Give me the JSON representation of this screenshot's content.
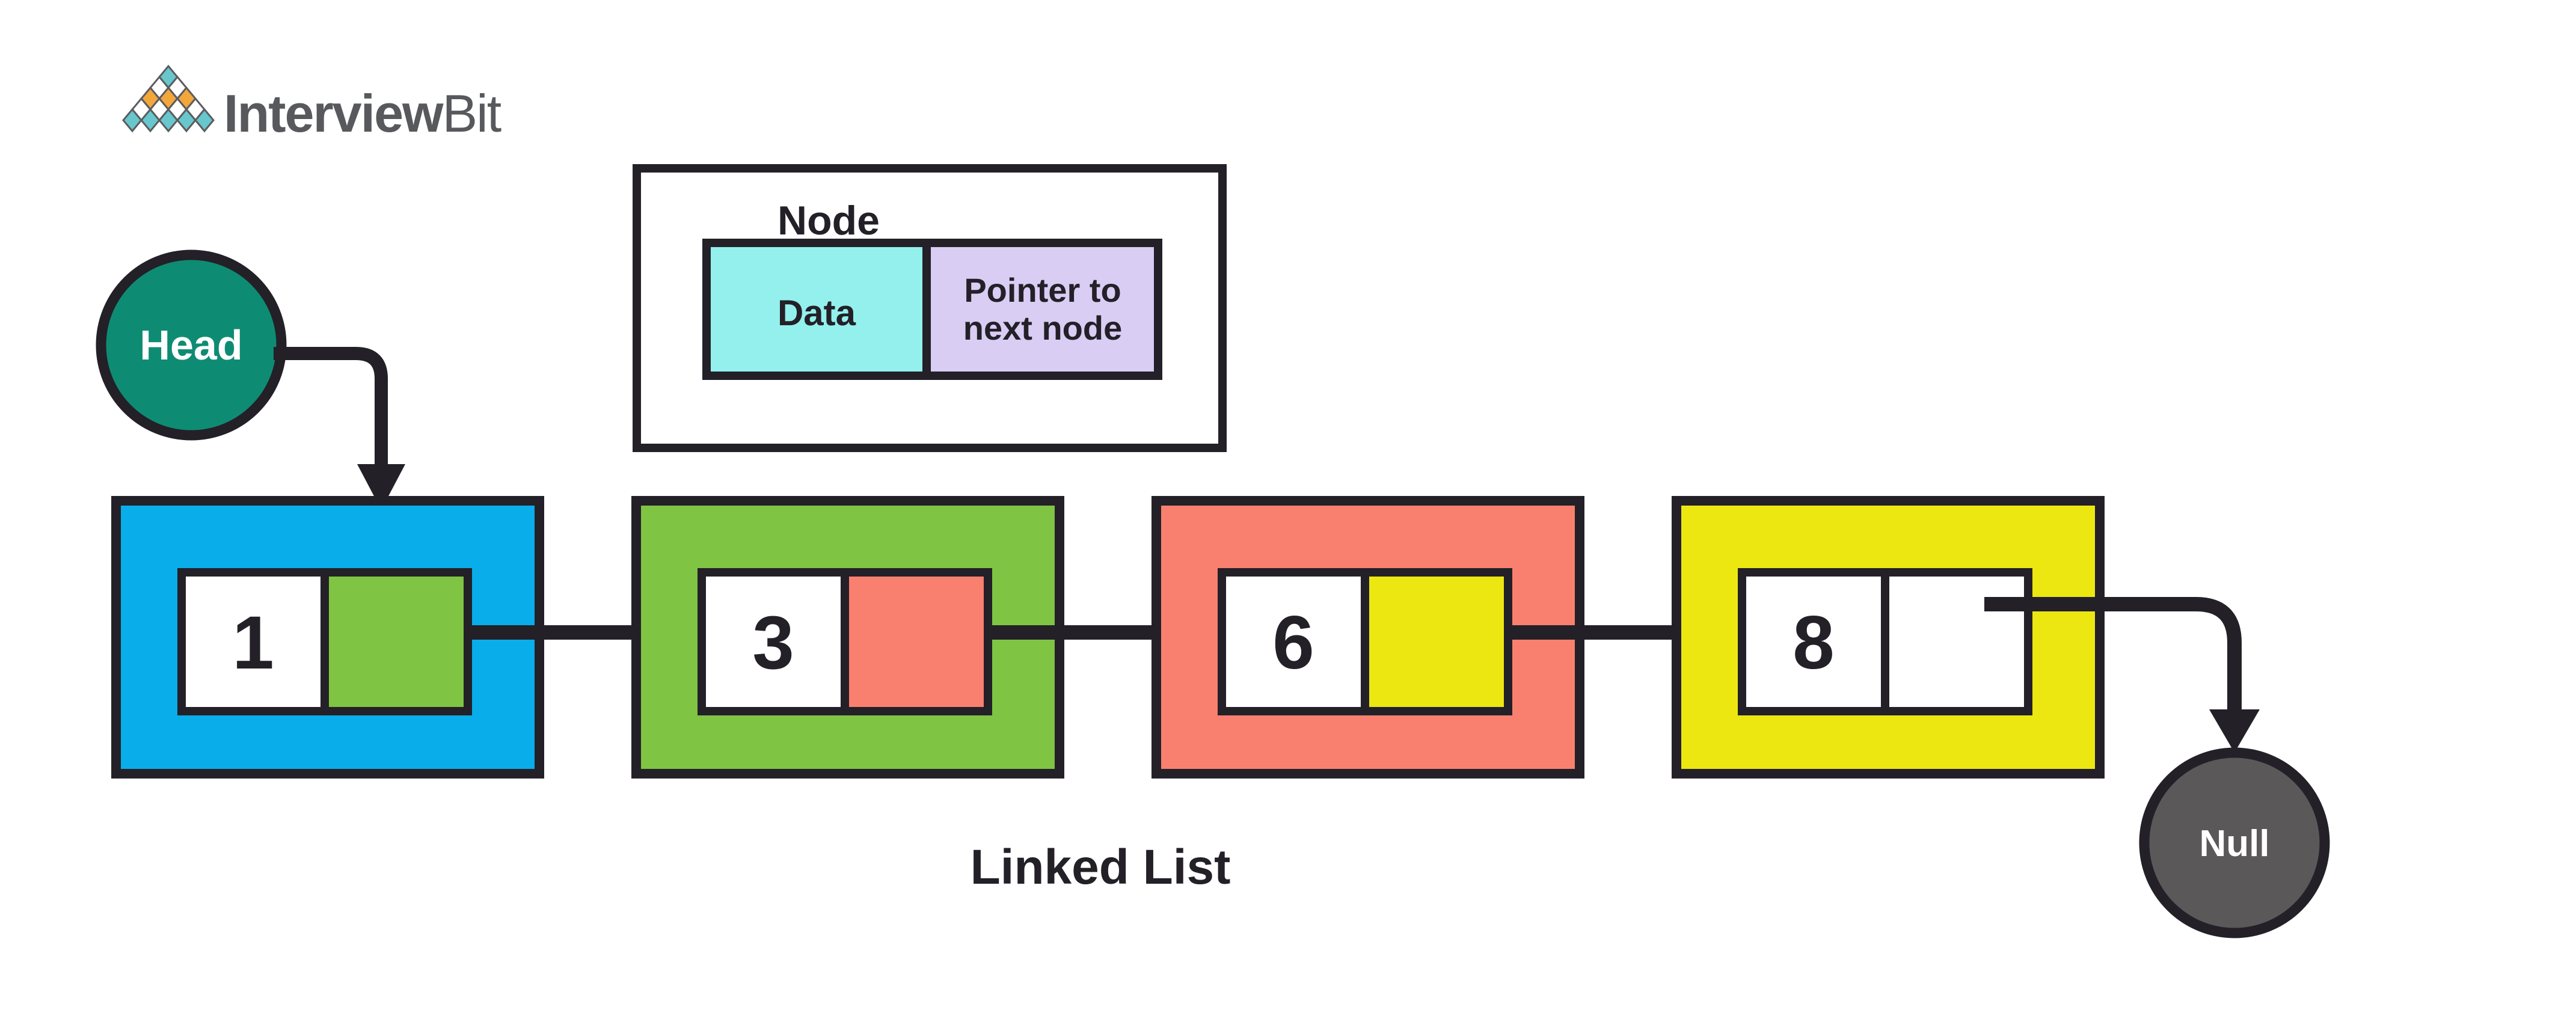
{
  "logo": {
    "brand_bold": "Interview",
    "brand_light": "Bit",
    "colors": {
      "diamond_teal": "#68C7CD",
      "diamond_orange": "#F3A73B",
      "text": "#58595D"
    }
  },
  "head": {
    "label": "Head",
    "color": "#0E8C73"
  },
  "legend": {
    "title": "Node",
    "data_label": "Data",
    "pointer_line1": "Pointer to",
    "pointer_line2": "next node",
    "data_color": "#93F0ED",
    "pointer_color": "#D9CDF4"
  },
  "nodes": [
    {
      "value": "1",
      "box_color": "#09ADEA",
      "pointer_color": "#7FC443"
    },
    {
      "value": "3",
      "box_color": "#7FC443",
      "pointer_color": "#F9806F"
    },
    {
      "value": "6",
      "box_color": "#F9806F",
      "pointer_color": "#EDE711"
    },
    {
      "value": "8",
      "box_color": "#EDE711",
      "pointer_color": "#FFFFFF"
    }
  ],
  "nullnode": {
    "label": "Null",
    "color": "#5A5858"
  },
  "caption": {
    "text": "Linked List"
  },
  "ink": "#232028",
  "background": "#FFFFFF"
}
